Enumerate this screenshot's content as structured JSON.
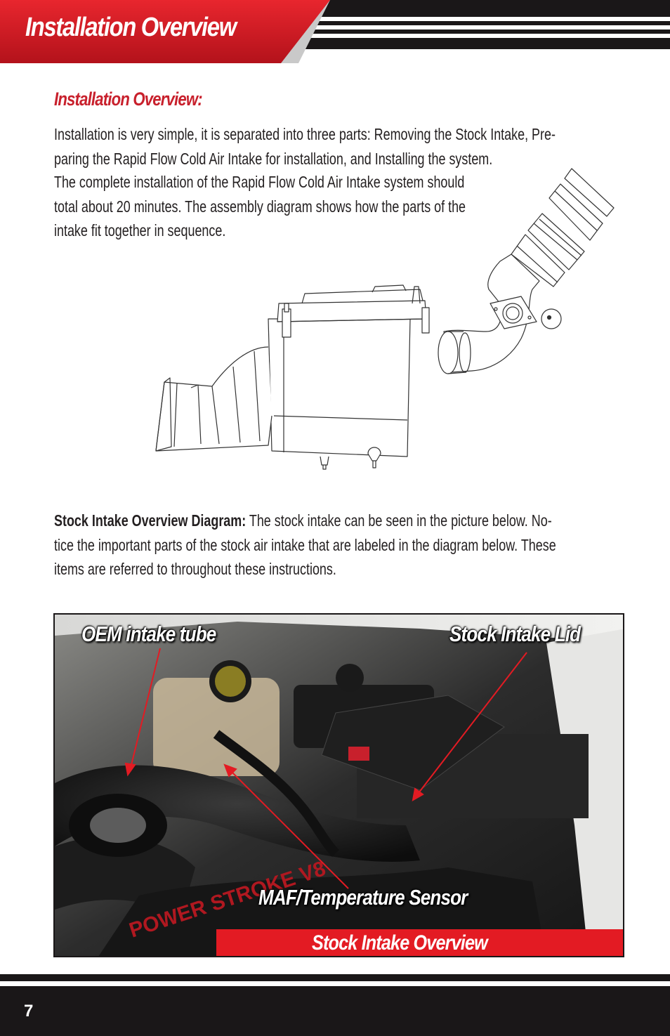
{
  "header": {
    "title": "Installation Overview"
  },
  "overview": {
    "heading": "Installation Overview:",
    "paragraph_1_line_1": "Installation is very simple, it is separated into three parts: Removing the Stock Intake, Pre-",
    "paragraph_1_line_2": "paring the Rapid Flow Cold Air Intake for installation, and Installing the system.",
    "paragraph_2_line_1": "The complete installation of the Rapid Flow Cold Air Intake system should",
    "paragraph_2_line_2": "total about 20 minutes.  The assembly diagram shows how the parts of the",
    "paragraph_2_line_3": "intake ﬁt together in sequence."
  },
  "stock_intake": {
    "lead": "Stock Intake Overview Diagram:",
    "line_1": " The stock intake can be seen in the picture below. No-",
    "line_2": "tice the important parts of the stock air intake that are labeled in the diagram below. These",
    "line_3": "items are referred to throughout these instructions."
  },
  "photo": {
    "label_oem": "OEM intake tube",
    "label_lid": "Stock Intake Lid",
    "label_maf": "MAF/Temperature Sensor",
    "caption": "Stock Intake Overview",
    "engine_text": "POWER STROKE V8"
  },
  "footer": {
    "page_number": "7"
  },
  "colors": {
    "brand_red": "#e31b23",
    "heading_red": "#c8202c",
    "dark": "#1a1718"
  }
}
